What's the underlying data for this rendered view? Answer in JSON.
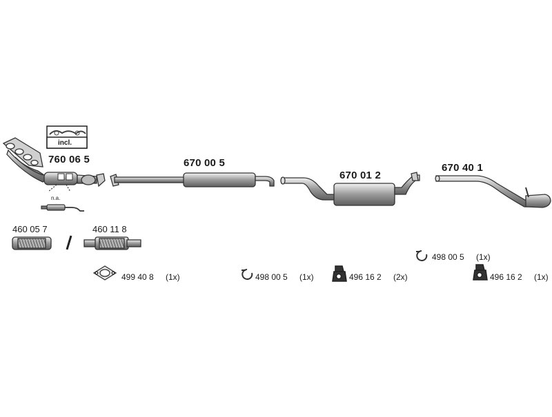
{
  "parts": {
    "manifold_kit": "760 06 5",
    "incl_badge": "incl.",
    "na_note": "n.a.",
    "front_pipe": "670 00 5",
    "middle_silencer": "670 01 2",
    "tail_pipe": "670 40 1",
    "flex_a": "460 05 7",
    "separator": "/",
    "flex_b": "460 11 8"
  },
  "hardware": [
    {
      "code": "499 40 8",
      "qty": "(1x)"
    },
    {
      "code": "498 00 5",
      "qty": "(1x)"
    },
    {
      "code": "496 16 2",
      "qty": "(2x)"
    },
    {
      "code": "498 00 5",
      "qty": "(1x)"
    },
    {
      "code": "496 16 2",
      "qty": "(1x)"
    }
  ],
  "colors": {
    "line": "#333333",
    "fill": "#8c8c8c",
    "light": "#d6d6d6"
  }
}
